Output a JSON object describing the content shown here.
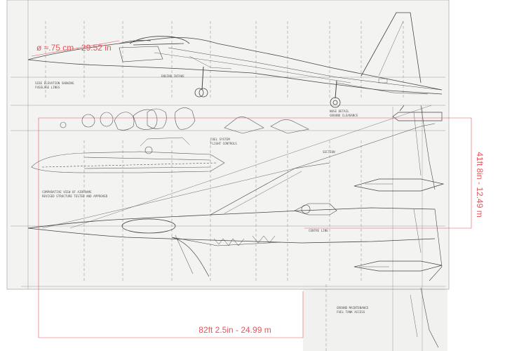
{
  "blueprint": {
    "subject": "aircraft-general-arrangement",
    "colors": {
      "paper": "#f3f3f1",
      "ink": "#4a4a4a",
      "dimension": "#e4565d"
    }
  },
  "dimensions": {
    "diameter": "ø ≈.75 cm - 29.52 in",
    "height": "41ft 8in - 12.49 m",
    "length": "82ft 2.5in - 24.99 m"
  }
}
